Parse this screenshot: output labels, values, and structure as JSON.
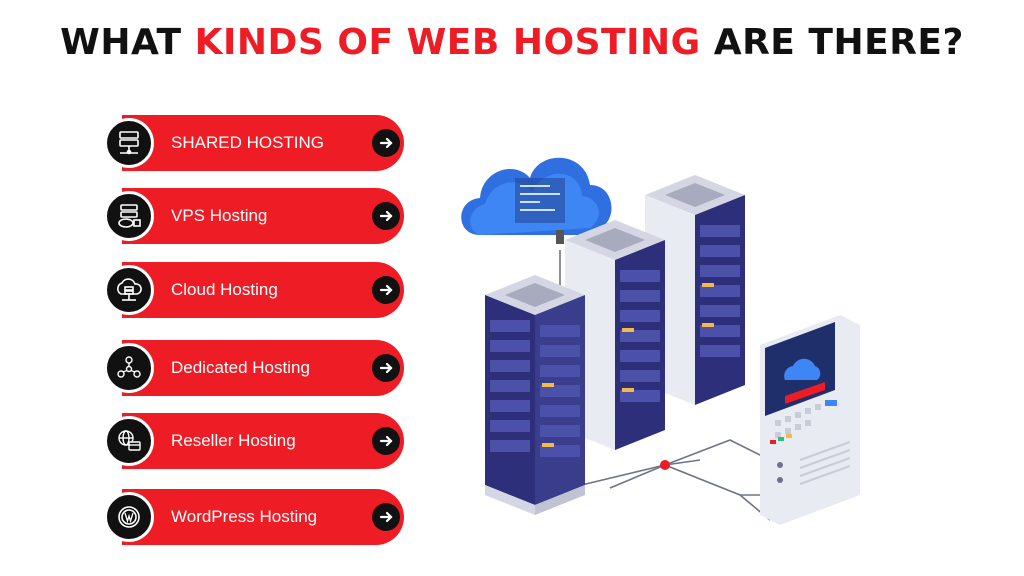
{
  "title": {
    "part1": "WHAT ",
    "highlight": "KINDS OF WEB HOSTING",
    "part2": " ARE THERE?"
  },
  "colors": {
    "accent": "#ee1c25",
    "dark": "#111111",
    "server_blue": "#2d2f7a",
    "cloud_blue": "#2f6fe0"
  },
  "menu": {
    "items": [
      {
        "label": "SHARED HOSTING",
        "icon": "shared-hosting-server-icon"
      },
      {
        "label": "VPS Hosting",
        "icon": "vps-server-icon"
      },
      {
        "label": "Cloud Hosting",
        "icon": "cloud-server-icon"
      },
      {
        "label": "Dedicated Hosting",
        "icon": "dedicated-network-icon"
      },
      {
        "label": "Reseller Hosting",
        "icon": "globe-card-icon"
      },
      {
        "label": "WordPress Hosting",
        "icon": "wordpress-icon"
      }
    ],
    "arrow_icon": "arrow-right-icon"
  }
}
